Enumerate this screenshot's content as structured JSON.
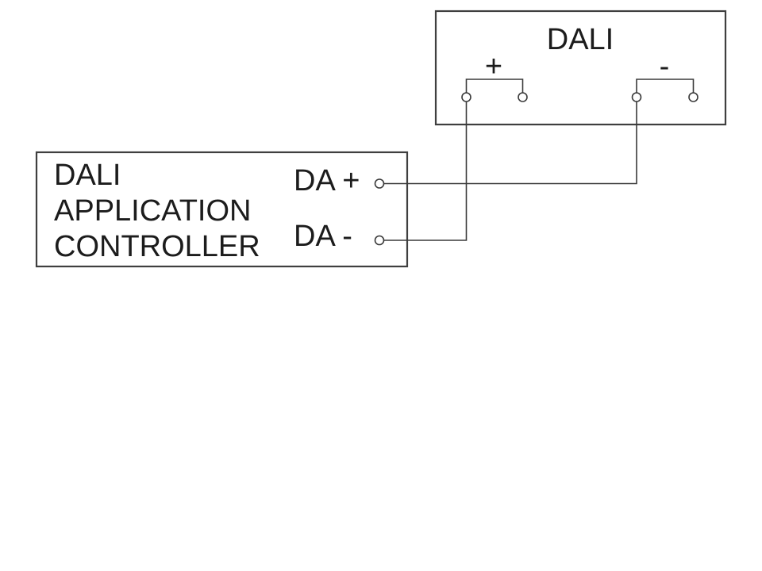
{
  "diagram": {
    "type": "wiring-diagram",
    "bus_device": {
      "title": "DALI",
      "terminals": [
        {
          "label": "+"
        },
        {
          "label": "-"
        }
      ]
    },
    "controller": {
      "name_lines": [
        "DALI",
        "APPLICATION",
        "CONTROLLER"
      ],
      "terminals": [
        {
          "label": "DA +"
        },
        {
          "label": "DA -"
        }
      ]
    },
    "connections": [
      {
        "from": "DA +",
        "to": "-"
      },
      {
        "from": "DA -",
        "to": "+"
      }
    ],
    "colors": {
      "line": "#3a3a3a",
      "text": "#1c1c1c",
      "background": "#ffffff"
    }
  }
}
